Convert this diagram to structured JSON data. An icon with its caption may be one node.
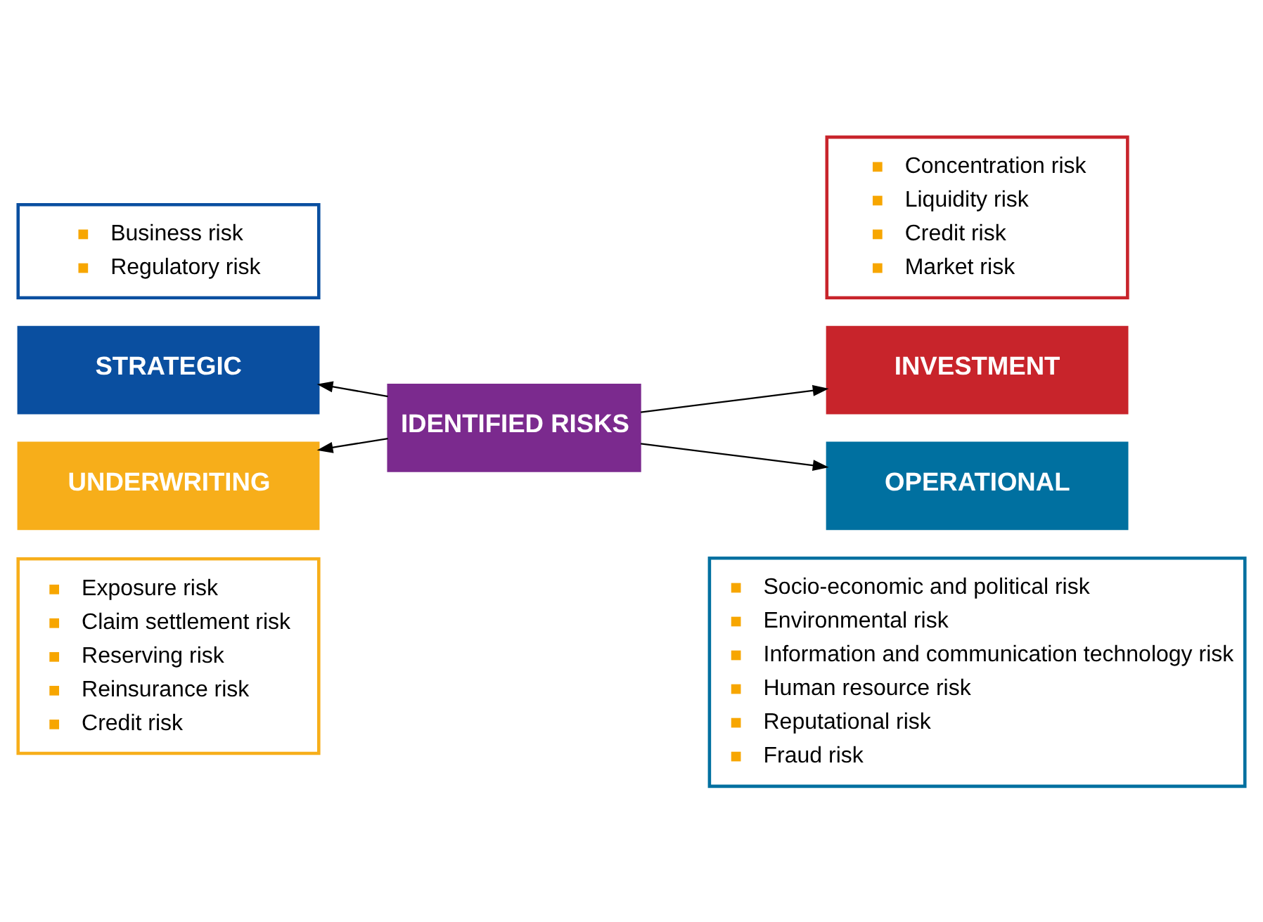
{
  "diagram": {
    "nodes": [
      {
        "text": [
          "Business risk",
          "Regulatory risk"
        ]
      },
      {
        "text": [
          "Concentration risk",
          "Liquidity risk",
          "Credit risk",
          "Market risk"
        ]
      },
      {
        "text": [
          "STRATEGIC"
        ]
      },
      {
        "text": [
          "IDENTIFIED RISKS"
        ]
      },
      {
        "text": [
          "INVESTMENT"
        ]
      },
      {
        "text": [
          "UNDERWRITING"
        ]
      },
      {
        "text": [
          "OPERATIONAL"
        ]
      },
      {
        "text": [
          "Exposure risk",
          "Claim settlement risk",
          "Reserving risk",
          "Reinsurance risk",
          "Credit risk"
        ]
      },
      {
        "text": [
          "Socio-economic and political risk",
          "Environmental risk",
          "Information and communication technology risk",
          "Human resource risk",
          "Reputational risk",
          "Fraud risk"
        ]
      }
    ],
    "edges": [
      {
        "from": 3,
        "to": 2,
        "arrow": "to"
      },
      {
        "from": 3,
        "to": 4,
        "arrow": "to"
      },
      {
        "from": 3,
        "to": 5,
        "arrow": "to"
      },
      {
        "from": 3,
        "to": 6,
        "arrow": "to"
      }
    ]
  }
}
